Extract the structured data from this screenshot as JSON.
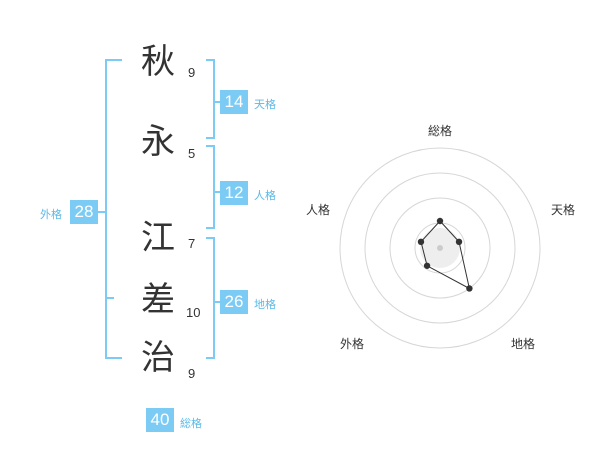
{
  "name": {
    "characters": [
      {
        "char": "秋",
        "strokes": "9"
      },
      {
        "char": "永",
        "strokes": "5"
      },
      {
        "char": "江",
        "strokes": "7"
      },
      {
        "char": "差",
        "strokes": "10"
      },
      {
        "char": "治",
        "strokes": "9"
      }
    ]
  },
  "fortune": {
    "tenkaku": {
      "value": "14",
      "label": "天格"
    },
    "jinkaku": {
      "value": "12",
      "label": "人格"
    },
    "chikaku": {
      "value": "26",
      "label": "地格"
    },
    "gaikaku": {
      "value": "28",
      "label": "外格"
    },
    "soukaku": {
      "value": "40",
      "label": "総格"
    }
  },
  "colors": {
    "accent": "#7ccbf5",
    "accent_text": "#59b9e8",
    "text": "#333333"
  },
  "chart_data": {
    "type": "radar",
    "axes": [
      "総格",
      "天格",
      "地格",
      "外格",
      "人格"
    ],
    "values": [
      0.27,
      0.2,
      0.5,
      0.22,
      0.2
    ],
    "rings": 4
  }
}
